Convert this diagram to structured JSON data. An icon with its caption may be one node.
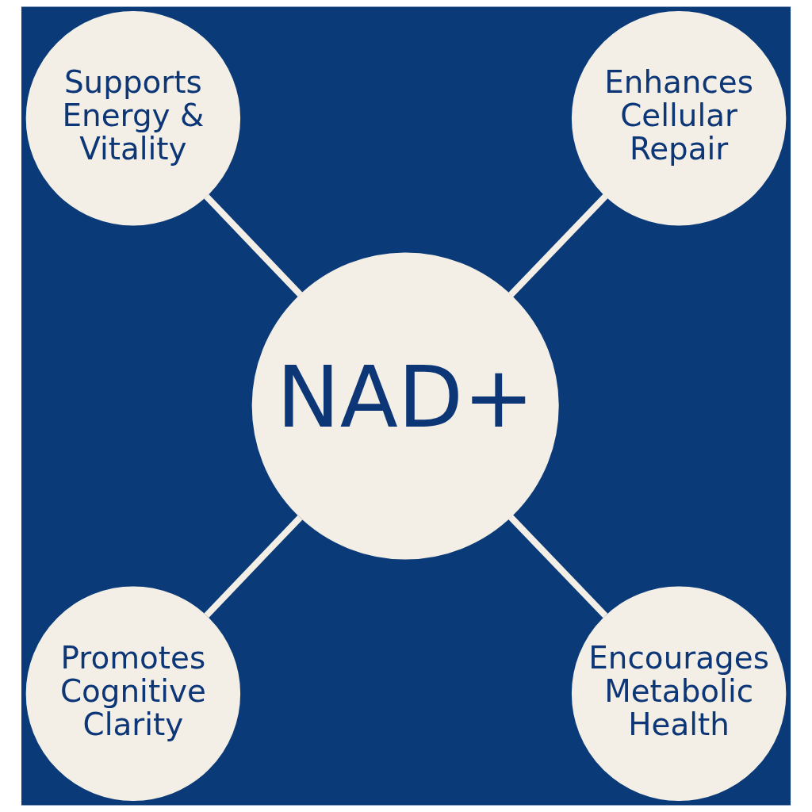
{
  "diagram": {
    "nodes": [
      {
        "text": [
          "Supports Energy & Vitality"
        ]
      },
      {
        "text": [
          "Enhances Cellular Repair"
        ]
      },
      {
        "text": [
          "NAD+"
        ]
      },
      {
        "text": [
          "Promotes Cognitive Clarity"
        ]
      },
      {
        "text": [
          "Encourages Metabolic Health"
        ]
      }
    ],
    "edges": [
      {
        "from": 0,
        "to": 2,
        "arrow": "none"
      },
      {
        "from": 1,
        "to": 2,
        "arrow": "none"
      },
      {
        "from": 2,
        "to": 3,
        "arrow": "none"
      },
      {
        "from": 2,
        "to": 4,
        "arrow": "none"
      }
    ]
  }
}
